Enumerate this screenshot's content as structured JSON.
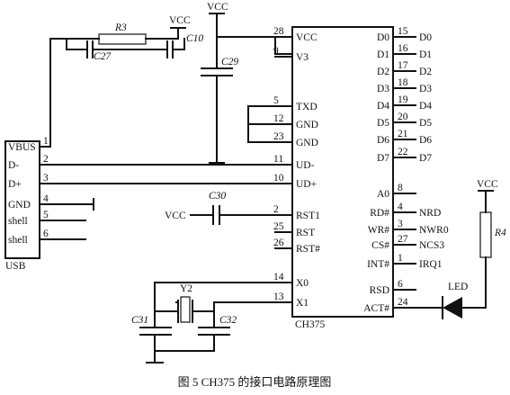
{
  "caption": "图 5   CH375 的接口电路原理图",
  "chip": {
    "name": "CH375",
    "left_pins": [
      {
        "num": "28",
        "label": "VCC"
      },
      {
        "num": "9",
        "label": "V3"
      },
      {
        "num": "5",
        "label": "TXD"
      },
      {
        "num": "12",
        "label": "GND"
      },
      {
        "num": "23",
        "label": "GND"
      },
      {
        "num": "11",
        "label": "UD-"
      },
      {
        "num": "10",
        "label": "UD+"
      },
      {
        "num": "2",
        "label": "RST1"
      },
      {
        "num": "25",
        "label": "RST"
      },
      {
        "num": "26",
        "label": "RST#"
      },
      {
        "num": "14",
        "label": "X0"
      },
      {
        "num": "13",
        "label": "X1"
      }
    ],
    "right_pins": [
      {
        "num": "15",
        "label": "D0",
        "net": "D0"
      },
      {
        "num": "16",
        "label": "D1",
        "net": "D1"
      },
      {
        "num": "17",
        "label": "D2",
        "net": "D2"
      },
      {
        "num": "18",
        "label": "D3",
        "net": "D3"
      },
      {
        "num": "19",
        "label": "D4",
        "net": "D4"
      },
      {
        "num": "20",
        "label": "D5",
        "net": "D5"
      },
      {
        "num": "21",
        "label": "D6",
        "net": "D6"
      },
      {
        "num": "22",
        "label": "D7",
        "net": "D7"
      },
      {
        "num": "8",
        "label": "A0",
        "net": ""
      },
      {
        "num": "4",
        "label": "RD#",
        "net": "NRD"
      },
      {
        "num": "3",
        "label": "WR#",
        "net": "NWR0"
      },
      {
        "num": "27",
        "label": "CS#",
        "net": "NCS3"
      },
      {
        "num": "1",
        "label": "INT#",
        "net": "IRQ1"
      },
      {
        "num": "6",
        "label": "RSD",
        "net": ""
      },
      {
        "num": "24",
        "label": "ACT#",
        "net": ""
      }
    ]
  },
  "usb": {
    "name": "USB",
    "pins": [
      {
        "num": "1",
        "label": "VBUS"
      },
      {
        "num": "2",
        "label": "D-"
      },
      {
        "num": "3",
        "label": "D+"
      },
      {
        "num": "4",
        "label": "GND"
      },
      {
        "num": "5",
        "label": "shell"
      },
      {
        "num": "6",
        "label": "shell"
      }
    ]
  },
  "components": {
    "r3": "R3",
    "c27": "C27",
    "c10": "C10",
    "c29": "C29",
    "c30": "C30",
    "y2": "Y2",
    "c31": "C31",
    "c32": "C32",
    "r4": "R4",
    "led": "LED"
  },
  "nets": {
    "vcc_top_left": "VCC",
    "vcc_top": "VCC",
    "vcc_rst": "VCC",
    "vcc_right": "VCC"
  }
}
